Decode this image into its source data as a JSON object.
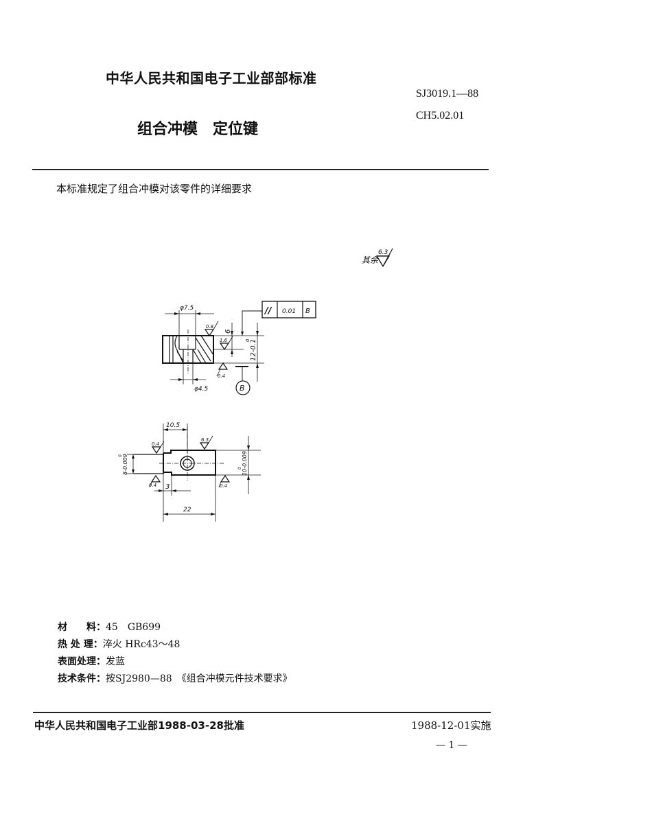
{
  "header": {
    "organization_standard": "中华人民共和国电子工业部部标准",
    "standard_number": "SJ3019.1—88",
    "classification_code": "CH5.02.01",
    "document_title": "组合冲模　定位键"
  },
  "intro": "本标准规定了组合冲模对该零件的详细要求",
  "drawing": {
    "surface_finish_note": {
      "label": "其余",
      "value": "6.3"
    },
    "front_view": {
      "dim_counterbore_diameter": "φ7.5",
      "dim_hole_diameter": "φ4.5",
      "dim_height": "12-0.1",
      "dim_height_upper": "0",
      "dim_counterbore_depth": "6",
      "roughness_top": "0.8",
      "roughness_side": "1.6",
      "roughness_bottom": "0.4",
      "tolerance_frame": {
        "symbol": "//",
        "value": "0.01",
        "datum": "B"
      },
      "datum_label": "B"
    },
    "top_view": {
      "dim_step_width": "10.5",
      "dim_overall_length": "22",
      "dim_step_offset": "3",
      "dim_tongue_width": "8-0.009",
      "dim_tongue_width_upper": "0",
      "dim_body_width": "10-0.009",
      "dim_body_width_upper": "0",
      "roughness_tongue_top": "0.4",
      "roughness_tongue_bottom": "0.4",
      "roughness_body_top": "6.3",
      "roughness_body_bottom": "0.4"
    }
  },
  "specs": [
    {
      "label": "材　　料：",
      "value": "45　GB699"
    },
    {
      "label": "热 处 理：",
      "value": "淬火 HRc43～48"
    },
    {
      "label": "表面处理：",
      "value": "发蓝"
    },
    {
      "label": "技术条件：",
      "value": "按SJ2980—88　《组合冲模元件技术要求》"
    }
  ],
  "footer": {
    "approval": "中华人民共和国电子工业部1988-03-28批准",
    "effective": "1988-12-01实施",
    "page_number": "— 1 —"
  }
}
